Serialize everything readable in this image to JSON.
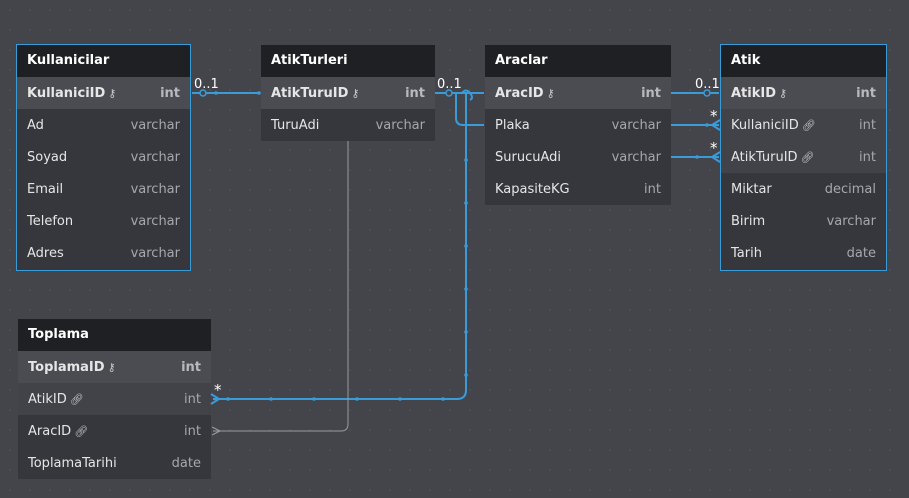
{
  "tables": {
    "kullanicilar": {
      "name": "Kullanicilar",
      "fields": [
        {
          "name": "KullaniciID",
          "type": "int"
        },
        {
          "name": "Ad",
          "type": "varchar"
        },
        {
          "name": "Soyad",
          "type": "varchar"
        },
        {
          "name": "Email",
          "type": "varchar"
        },
        {
          "name": "Telefon",
          "type": "varchar"
        },
        {
          "name": "Adres",
          "type": "varchar"
        }
      ]
    },
    "atikturleri": {
      "name": "AtikTurleri",
      "fields": [
        {
          "name": "AtikTuruID",
          "type": "int"
        },
        {
          "name": "TuruAdi",
          "type": "varchar"
        }
      ]
    },
    "araclar": {
      "name": "Araclar",
      "fields": [
        {
          "name": "AracID",
          "type": "int"
        },
        {
          "name": "Plaka",
          "type": "varchar"
        },
        {
          "name": "SurucuAdi",
          "type": "varchar"
        },
        {
          "name": "KapasiteKG",
          "type": "int"
        }
      ]
    },
    "atik": {
      "name": "Atik",
      "fields": [
        {
          "name": "AtikID",
          "type": "int"
        },
        {
          "name": "KullaniciID",
          "type": "int"
        },
        {
          "name": "AtikTuruID",
          "type": "int"
        },
        {
          "name": "Miktar",
          "type": "decimal"
        },
        {
          "name": "Birim",
          "type": "varchar"
        },
        {
          "name": "Tarih",
          "type": "date"
        }
      ]
    },
    "toplama": {
      "name": "Toplama",
      "fields": [
        {
          "name": "ToplamaID",
          "type": "int"
        },
        {
          "name": "AtikID",
          "type": "int"
        },
        {
          "name": "AracID",
          "type": "int"
        },
        {
          "name": "ToplamaTarihi",
          "type": "date"
        }
      ]
    }
  },
  "relation_labels": {
    "zero_one": "0..1",
    "many": "*"
  },
  "icons": {
    "primary_key": "key-icon",
    "foreign_key": "link-icon"
  },
  "colors": {
    "canvas": "#44454b",
    "table_header": "#1f2023",
    "table_body": "#36373c",
    "accent": "#3a9bd9",
    "inactive_link": "#9a9ba0"
  }
}
